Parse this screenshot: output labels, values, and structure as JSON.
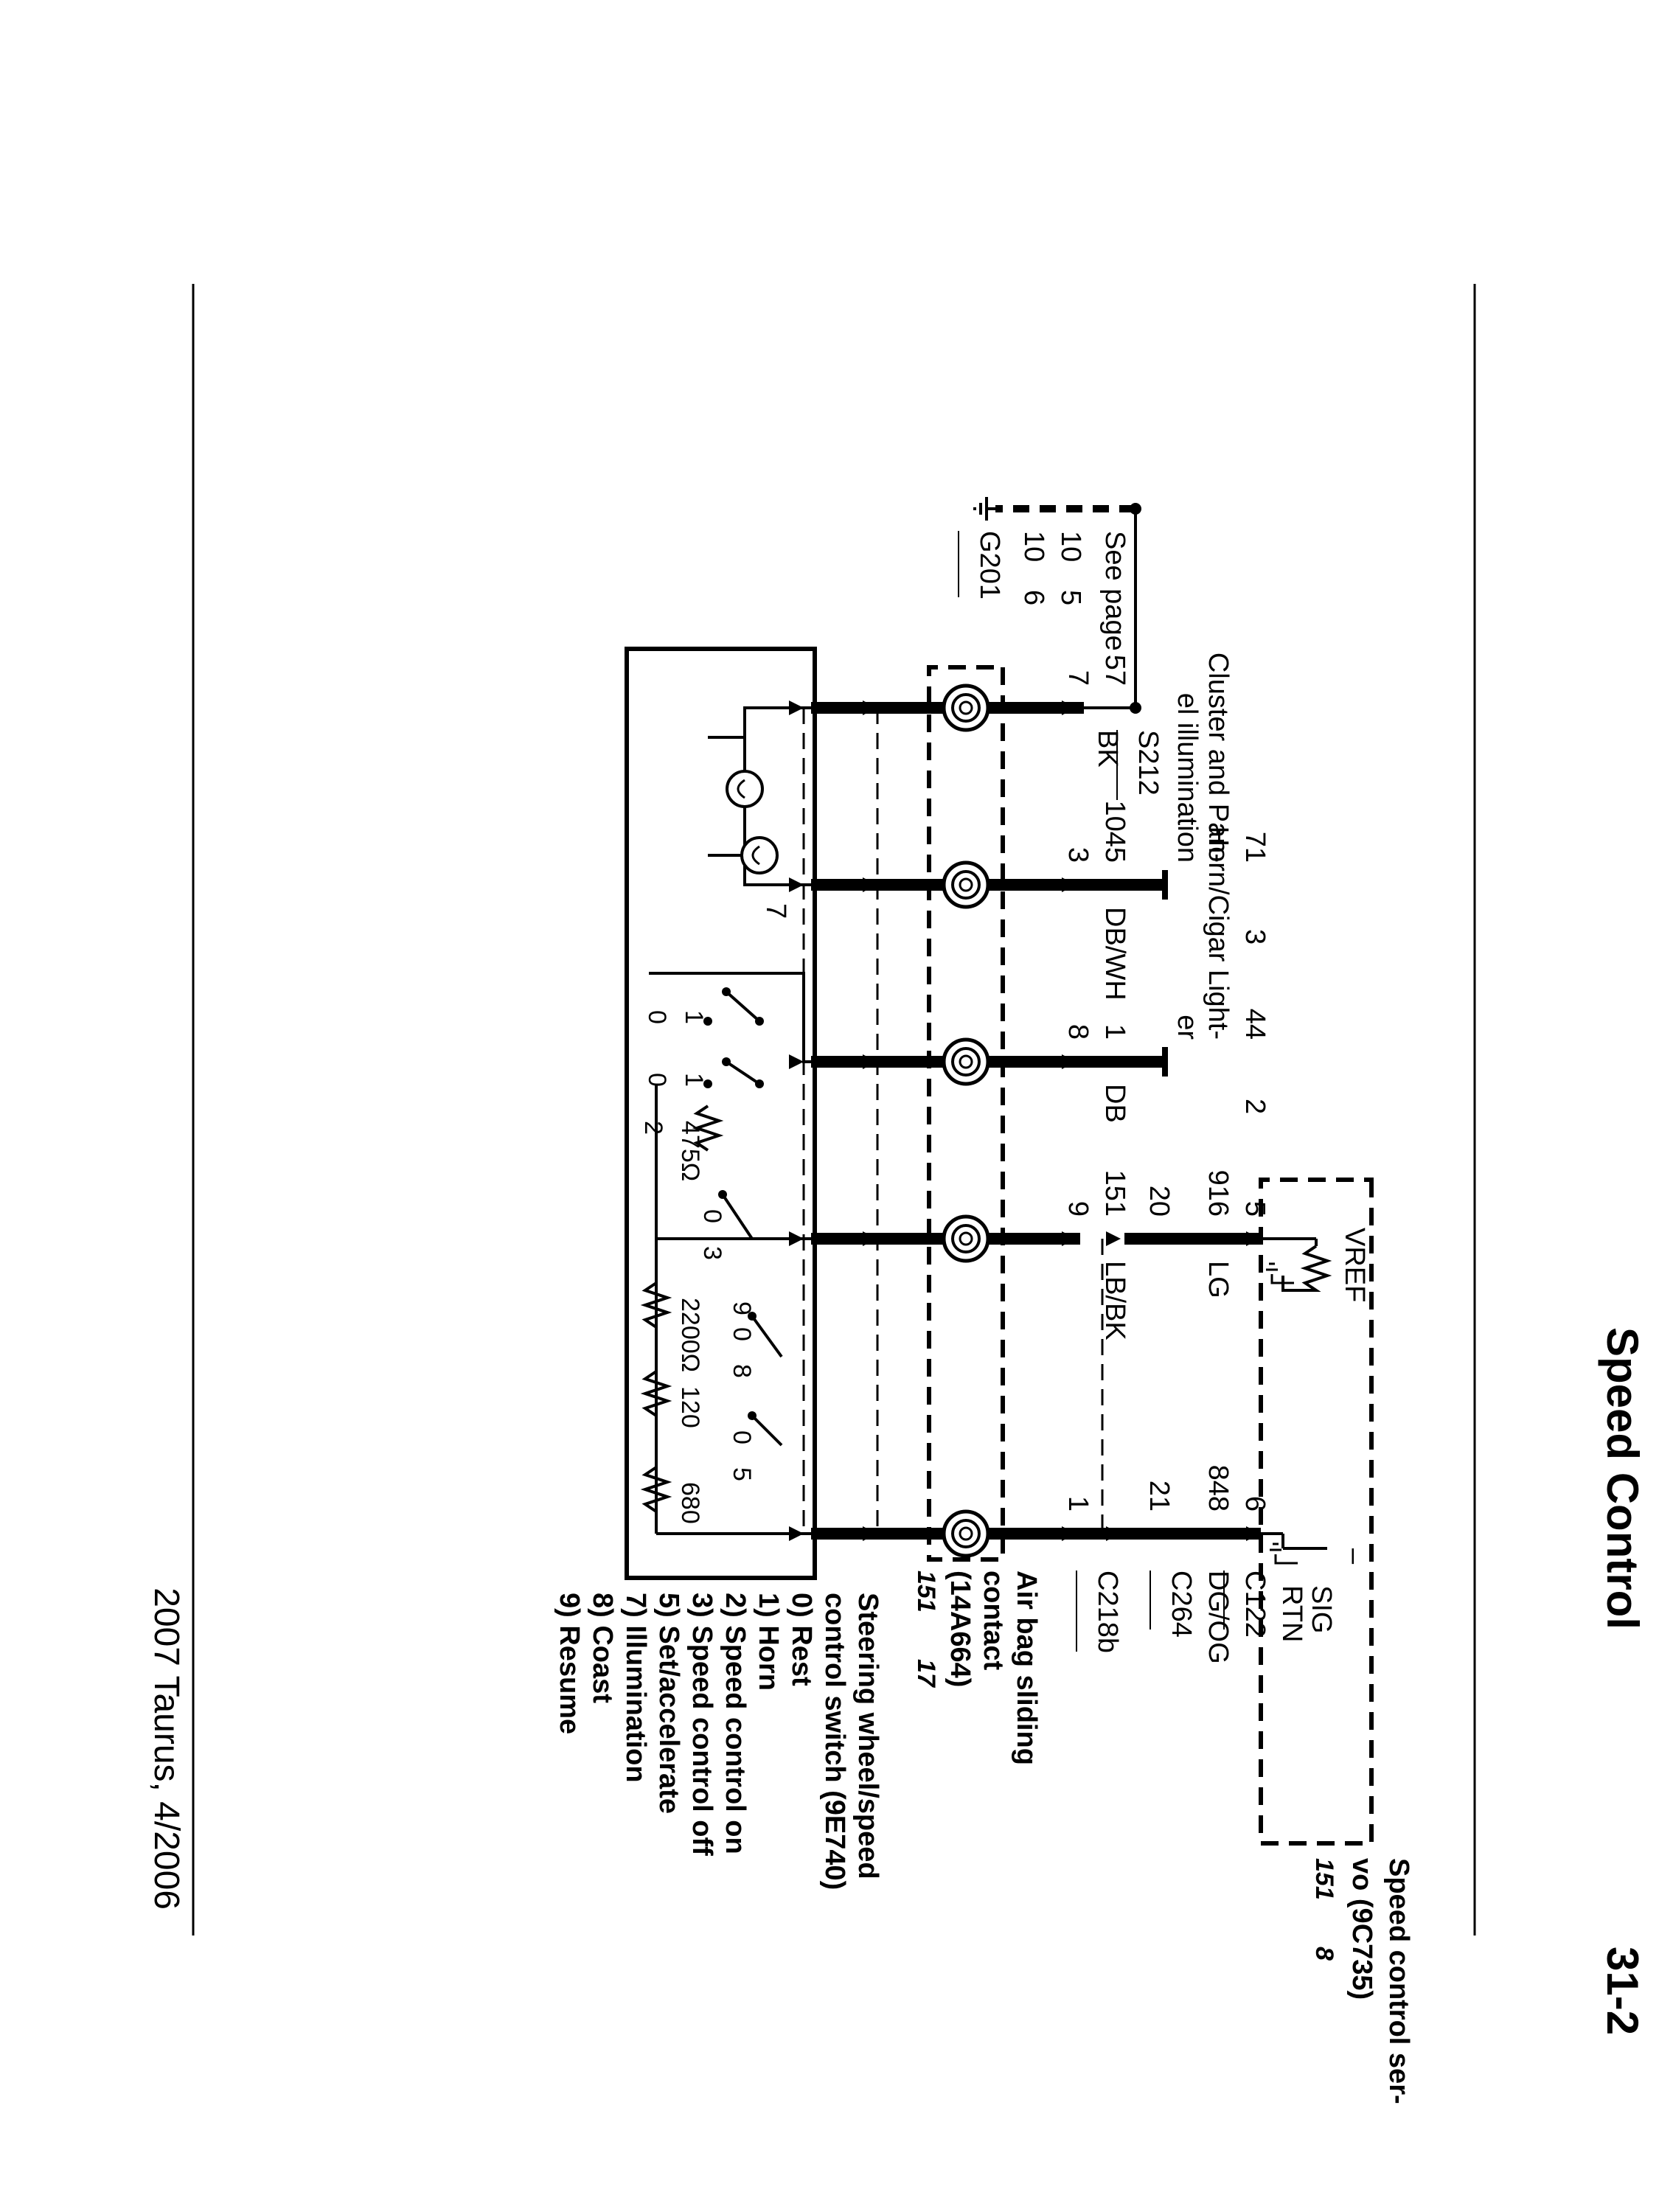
{
  "header": {
    "title": "Speed Control",
    "page": "31-2"
  },
  "footer": {
    "model": "2007 Taurus, 4/2006"
  },
  "servo": {
    "name_line1": "Speed control ser-",
    "name_line2": "vo (9C735)",
    "page_ref": "151",
    "page_ref_sub": "8",
    "vref": "VREF",
    "sig_rtn_1": "SIG",
    "sig_rtn_2": "RTN",
    "minus": "–"
  },
  "connectors": {
    "c122": "C122",
    "c264": "C264",
    "c218b": "C218b",
    "s212": "S212",
    "g201": "G201"
  },
  "airbag": {
    "name_line1": "Air bag sliding",
    "name_line2": "contact",
    "name_line3": "(14A664)",
    "page_ref": "151",
    "page_ref_sub": "17"
  },
  "switch": {
    "name_line1": "Steering wheel/speed",
    "name_line2": "control switch (9E740)"
  },
  "legend": [
    "0)  Rest",
    "1)  Horn",
    "2)  Speed control on",
    "3)  Speed control off",
    "5)  Set/accelerate",
    "7)  Illumination",
    "8)  Coast",
    "9)  Resume"
  ],
  "ground": {
    "see_page": "See page",
    "refs_a": [
      "10",
      "10"
    ],
    "refs_b": [
      "5",
      "6"
    ]
  },
  "wires": [
    {
      "circuit": "57",
      "pin": "7",
      "color": "BK"
    },
    {
      "circuit": "1045",
      "pin": "3",
      "color": "DB/WH",
      "ref_page": "71",
      "ref_sub": "3",
      "dest_line1": "Cluster and Pan-",
      "dest_line2": "el illumination"
    },
    {
      "circuit": "1",
      "pin": "8",
      "color": "DB",
      "ref_page": "44",
      "ref_sub": "2",
      "dest_line1": "Horn/Cigar Light-",
      "dest_line2": "er"
    },
    {
      "circuit": "151",
      "pin": "9",
      "color": "LB/BK",
      "circuit_b": "916",
      "color_b": "LG",
      "servo_pin": "5",
      "c264_pin": "20"
    },
    {
      "circuit": "848",
      "pin": "1",
      "color": "DG/OG",
      "servo_pin": "6",
      "c264_pin": "21"
    }
  ],
  "resistors": {
    "r1": "475Ω",
    "r2": "2200Ω",
    "r3": "120",
    "r4": "680"
  },
  "switch_labels": {
    "s7": "7",
    "horn_a": "1",
    "horn_b": "0",
    "horn_c": "1",
    "horn_d": "0",
    "on_2": "2",
    "on_0": "0",
    "off_3": "3",
    "res_9": "9",
    "res_0": "0",
    "coast_8": "8",
    "set_0": "0",
    "set_5": "5"
  }
}
